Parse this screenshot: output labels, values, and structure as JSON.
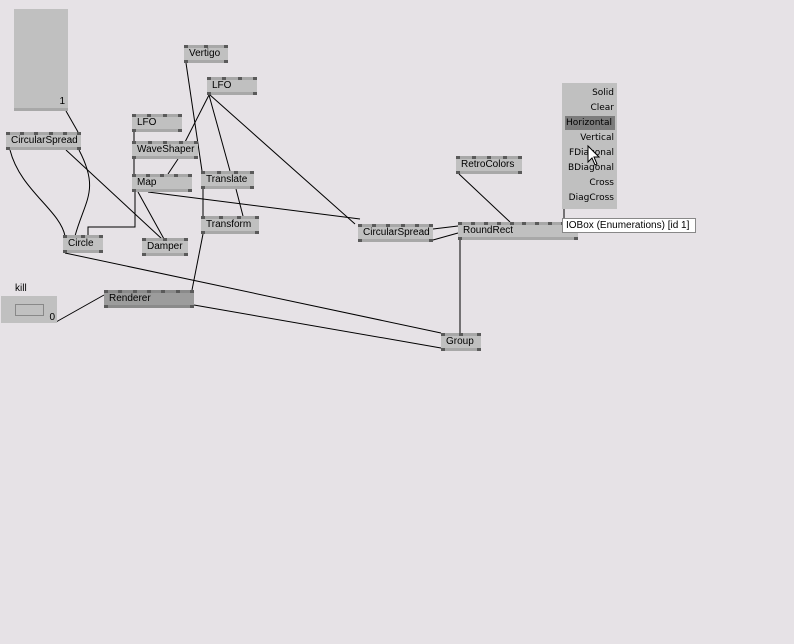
{
  "nodes": {
    "circularspread1": "CircularSpread",
    "vertigo": "Vertigo",
    "lfo2": "LFO",
    "lfo1": "LFO",
    "waveshaper": "WaveShaper",
    "map": "Map",
    "translate": "Translate",
    "transform": "Transform",
    "circle": "Circle",
    "damper": "Damper",
    "renderer": "Renderer",
    "circularspread2": "CircularSpread",
    "retrocolors": "RetroColors",
    "roundrect": "RoundRect",
    "group": "Group"
  },
  "value_box": {
    "value": "1"
  },
  "kill_box": {
    "label": "kill",
    "value": "0"
  },
  "enum_box": {
    "items": [
      "Solid",
      "Clear",
      "Horizontal",
      "Vertical",
      "FDiagonal",
      "BDiagonal",
      "Cross",
      "DiagCross"
    ],
    "selected": "Horizontal"
  },
  "tooltip": "IOBox (Enumerations) [id 1]"
}
